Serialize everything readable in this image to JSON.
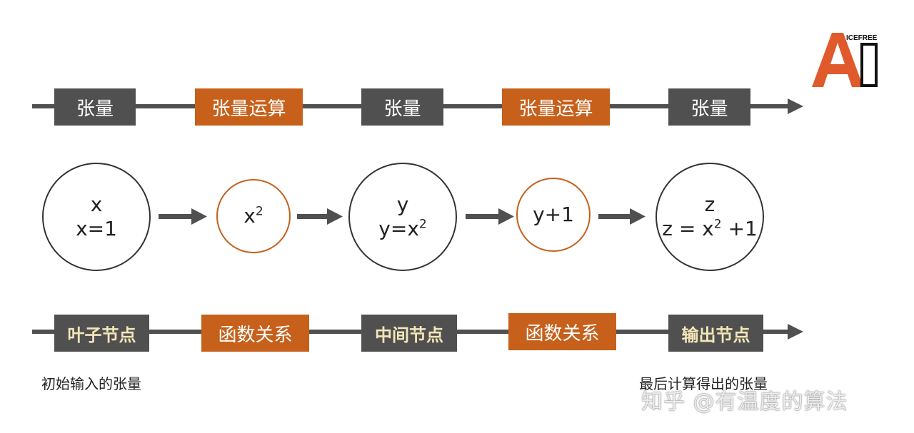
{
  "logo": {
    "text": "ICEFREE",
    "letter": "A"
  },
  "top_row": {
    "boxes": [
      {
        "label": "张量",
        "kind": "tensor"
      },
      {
        "label": "张量运算",
        "kind": "op"
      },
      {
        "label": "张量",
        "kind": "tensor"
      },
      {
        "label": "张量运算",
        "kind": "op"
      },
      {
        "label": "张量",
        "kind": "tensor"
      }
    ]
  },
  "middle_row": {
    "nodes": [
      {
        "line1": "x",
        "line2": "x=1"
      },
      {
        "base": "x",
        "sup": "2"
      },
      {
        "line1": "y",
        "line2_base": "y=x",
        "line2_sup": "2"
      },
      {
        "line1": "y+1"
      },
      {
        "line1": "z",
        "line2_base": "z = x",
        "line2_sup": "2",
        "line2_tail": " +1"
      }
    ]
  },
  "bottom_row": {
    "boxes": [
      {
        "label": "叶子节点",
        "kind": "node"
      },
      {
        "label": "函数关系",
        "kind": "op"
      },
      {
        "label": "中间节点",
        "kind": "node"
      },
      {
        "label": "函数关系",
        "kind": "op"
      },
      {
        "label": "输出节点",
        "kind": "node"
      }
    ]
  },
  "captions": {
    "left": "初始输入的张量",
    "right": "最后计算得出的张量"
  },
  "watermark": "知乎 @有温度的算法",
  "colors": {
    "gray": "#505050",
    "orange": "#c6601b",
    "node_label": "#f3e6b8"
  }
}
